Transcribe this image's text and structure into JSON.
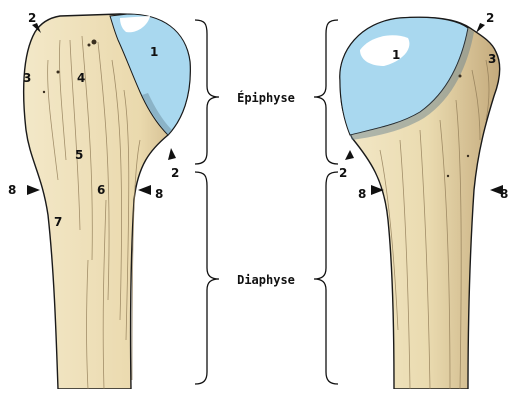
{
  "colors": {
    "bone": "#efe2bd",
    "bone_shadow": "#cbb58a",
    "cartilage": "#a9d8ef",
    "outline": "#1a1a1a",
    "background": "#ffffff"
  },
  "labels": {
    "epiphyse": "Épiphyse",
    "diaphyse": "Diaphyse"
  },
  "markers": {
    "n1": "1",
    "n2": "2",
    "n3": "3",
    "n4": "4",
    "n5": "5",
    "n6": "6",
    "n7": "7",
    "n8": "8"
  },
  "icons": {
    "pointer": "arrowhead-icon",
    "brace": "curly-brace-icon"
  }
}
